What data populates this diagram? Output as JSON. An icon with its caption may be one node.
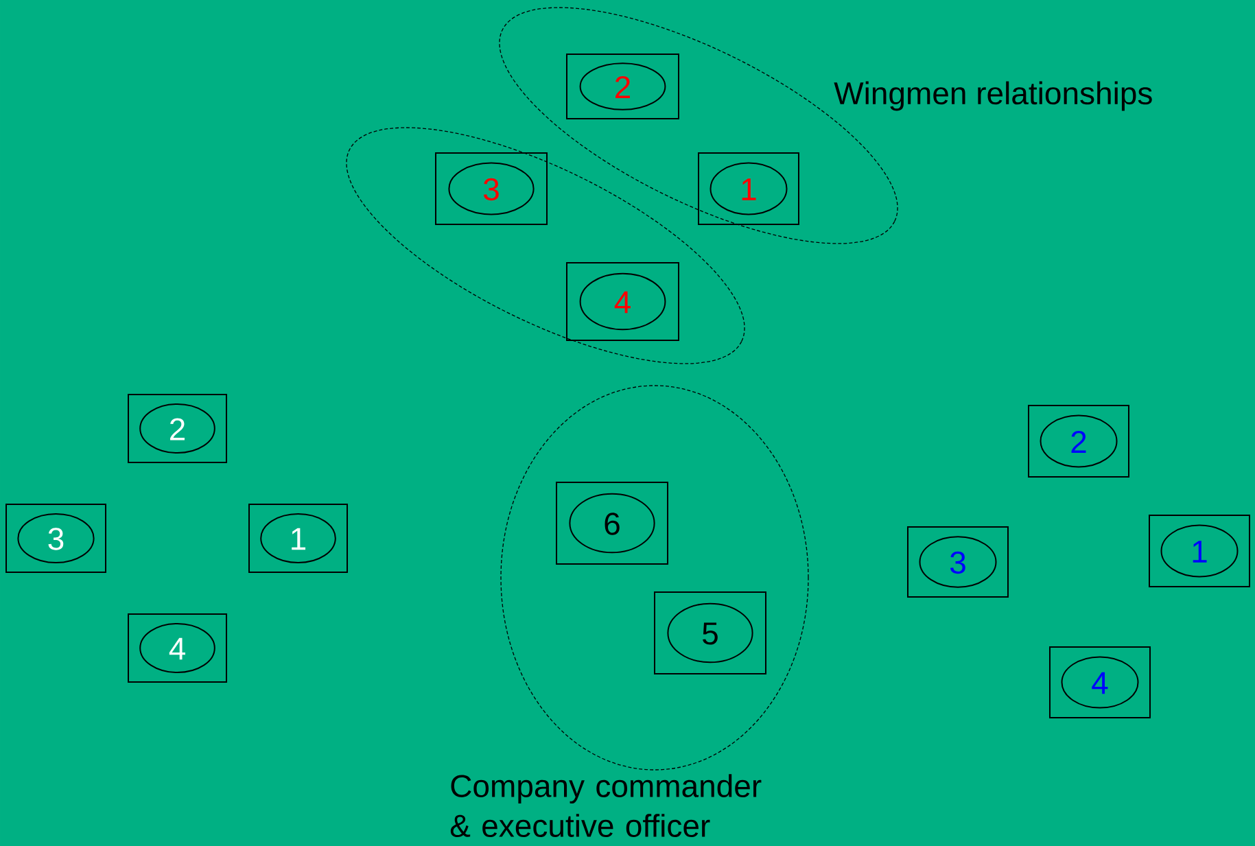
{
  "diagram": {
    "nodes": [
      {
        "text": [],
        "shape": "ellipse"
      },
      {
        "text": [],
        "shape": "ellipse"
      },
      {
        "text": [
          "2"
        ],
        "in": 0
      },
      {
        "text": [
          "3"
        ],
        "in": 1
      },
      {
        "text": [
          "1"
        ],
        "in": 0
      },
      {
        "text": [
          "4"
        ],
        "in": 1
      },
      {
        "text": [
          "2"
        ]
      },
      {
        "text": [
          "3"
        ]
      },
      {
        "text": [
          "1"
        ]
      },
      {
        "text": [
          "4"
        ]
      },
      {
        "text": [
          "Company commander & executive officer"
        ]
      },
      {
        "text": [
          "6"
        ],
        "in": 10
      },
      {
        "text": [
          "5"
        ],
        "in": 10
      },
      {
        "text": [
          "2"
        ]
      },
      {
        "text": [
          "3"
        ]
      },
      {
        "text": [
          "1"
        ]
      },
      {
        "text": [
          "4"
        ]
      }
    ],
    "edges": [],
    "labels": [
      "Wingmen relationships"
    ]
  }
}
